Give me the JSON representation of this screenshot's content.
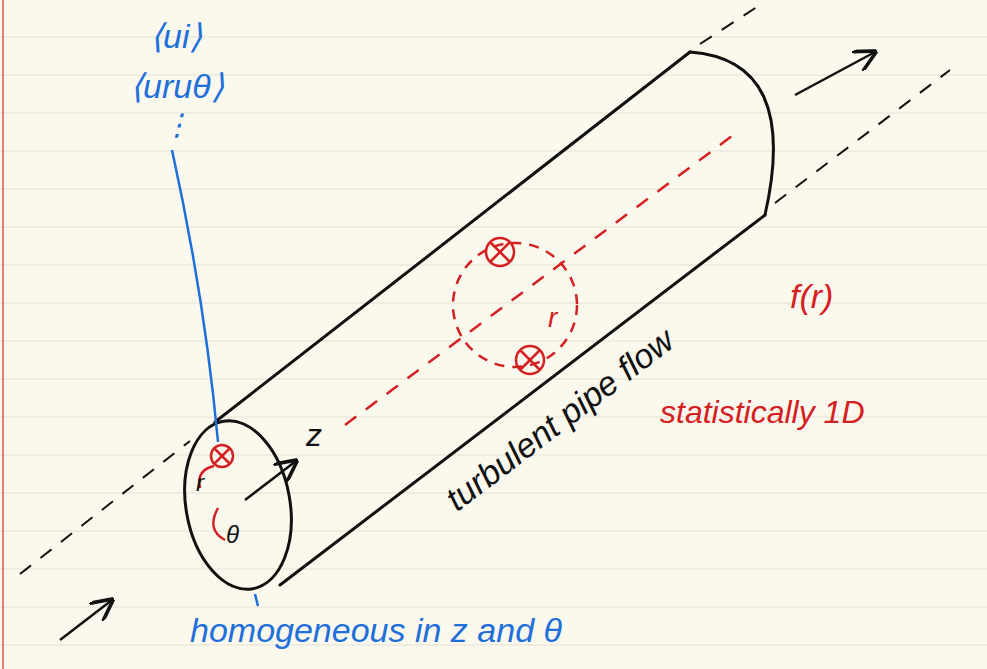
{
  "diagram": {
    "labels": [
      "⟨ui⟩",
      "⟨uruθ⟩",
      "⋮",
      "r",
      "θ",
      "z",
      "r",
      "turbulent pipe flow",
      "f(r)",
      "statistically 1D",
      "homogeneous in z and θ"
    ]
  }
}
